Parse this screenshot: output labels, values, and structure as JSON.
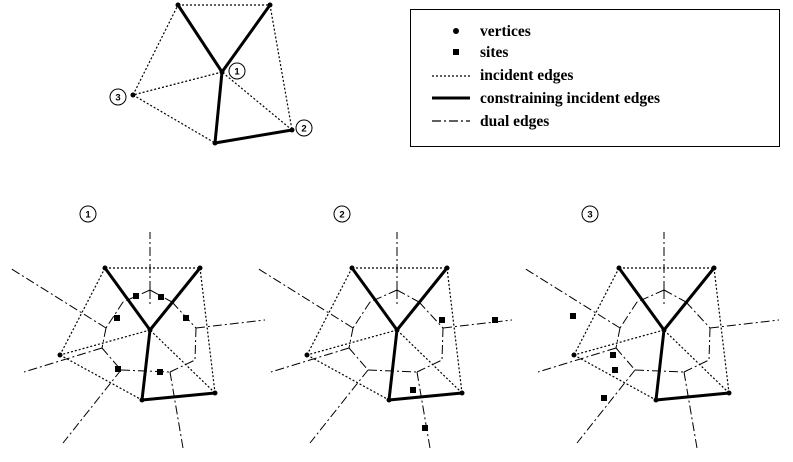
{
  "legend": {
    "vertices": "vertices",
    "sites": "sites",
    "incident_edges": "incident edges",
    "constraining_incident_edges": "constraining incident edges",
    "dual_edges": "dual edges"
  },
  "vertex_labels": {
    "v1": "1",
    "v2": "2",
    "v3": "3"
  },
  "panel_labels": [
    "1",
    "2",
    "3"
  ],
  "colors": {
    "ink": "#000000",
    "background": "#ffffff"
  }
}
